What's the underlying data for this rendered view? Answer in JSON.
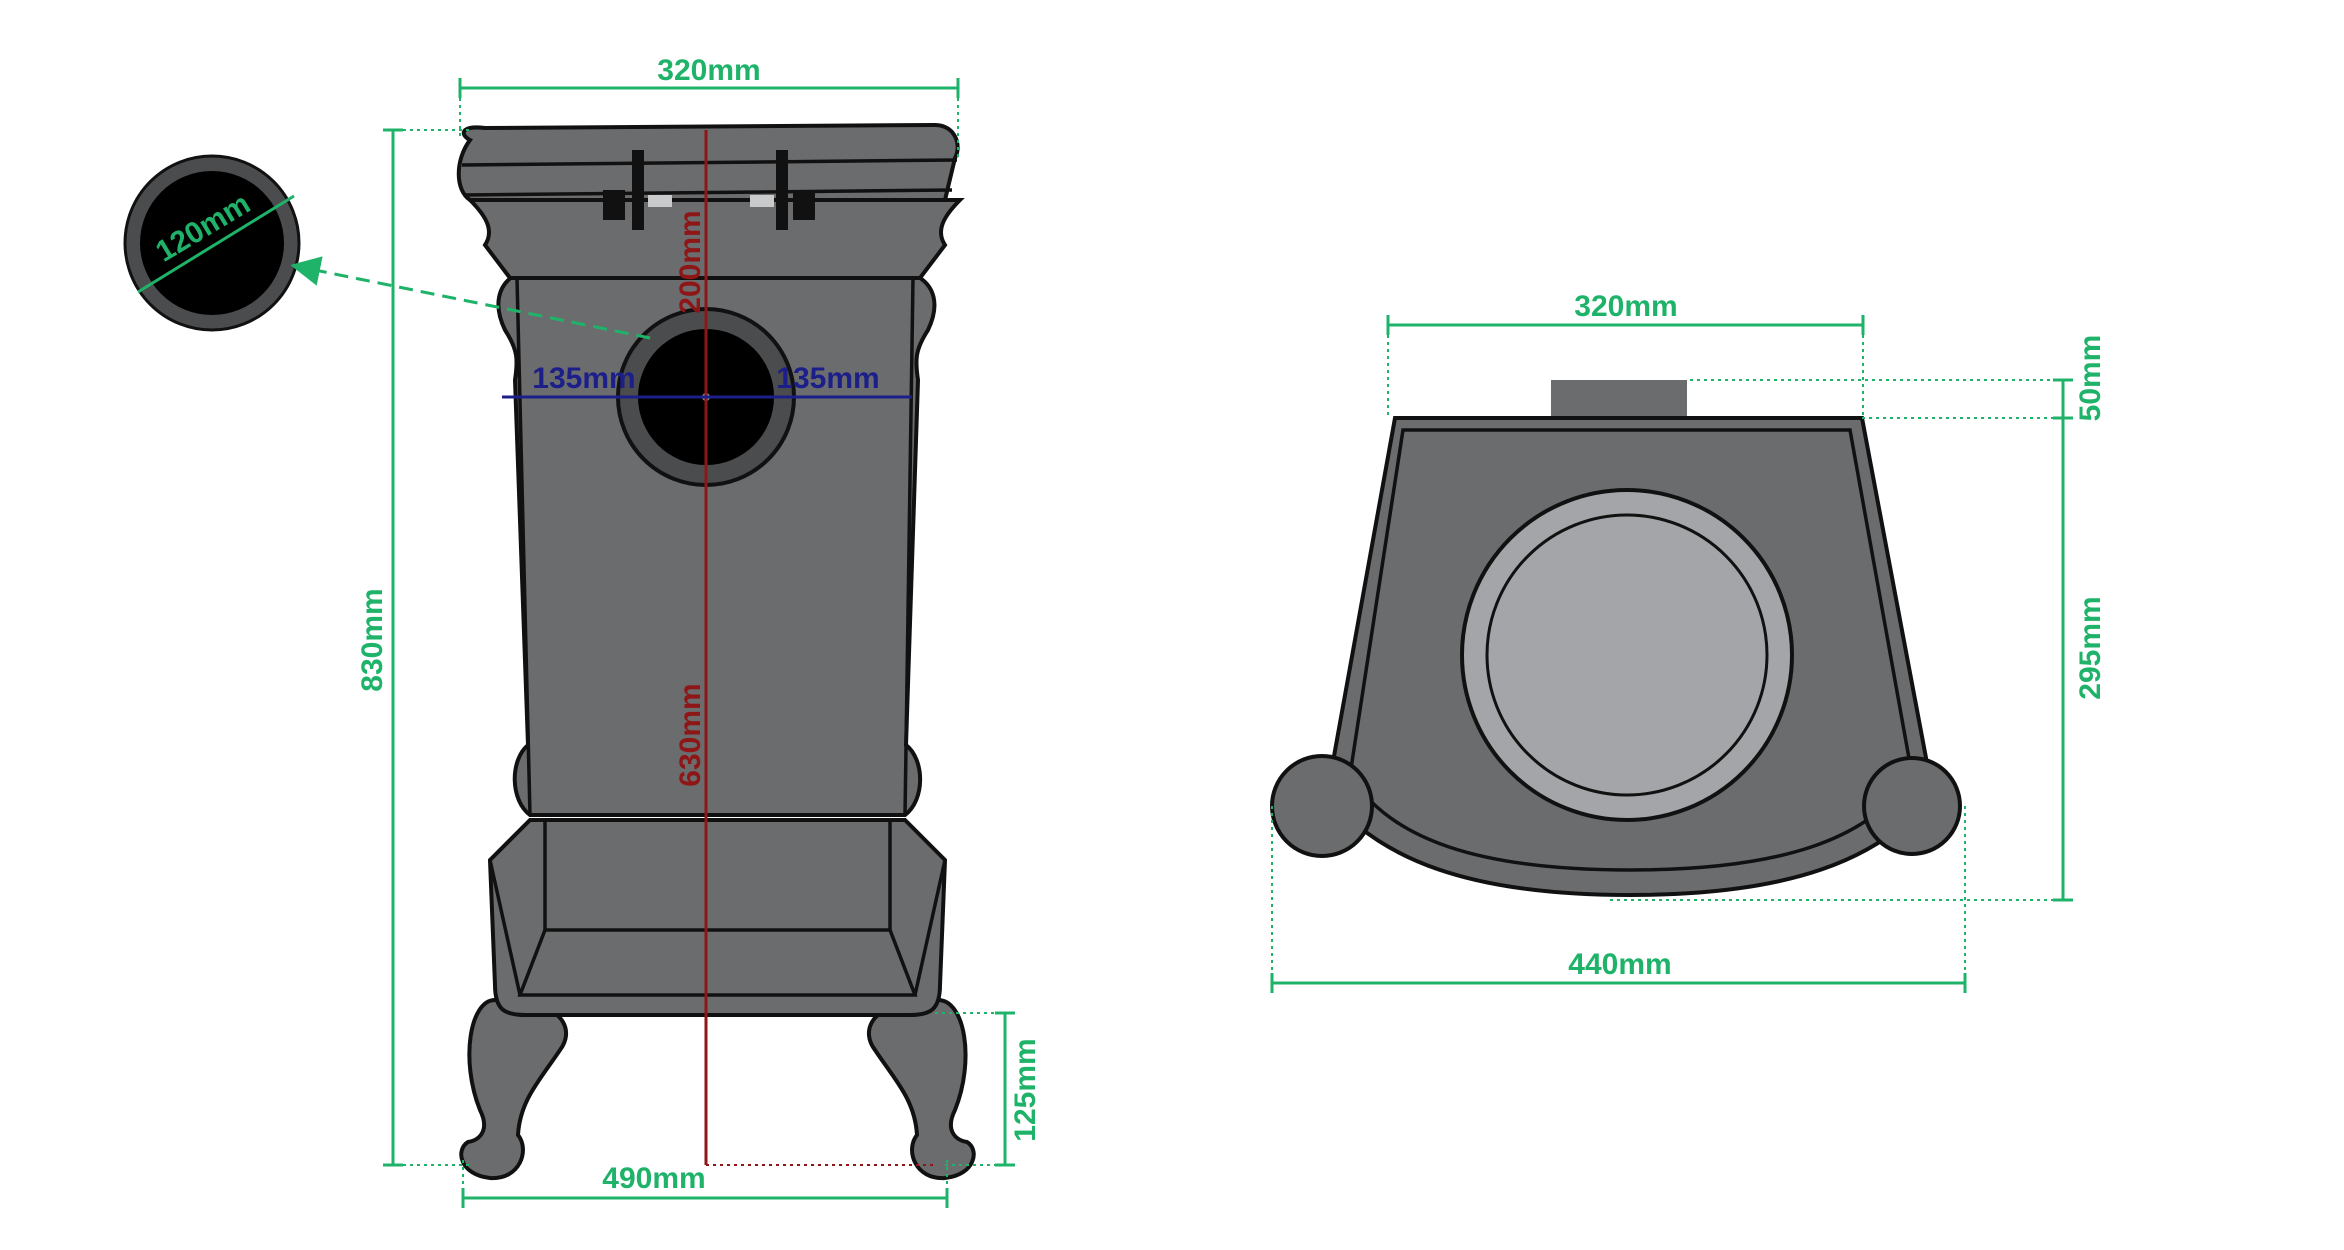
{
  "front_view": {
    "top_width": "320mm",
    "height": "830mm",
    "flue_diameter": "120mm",
    "flue_offset_left": "135mm",
    "flue_offset_right": "135mm",
    "top_to_flue_center": "200mm",
    "flue_center_to_floor": "630mm",
    "leg_height": "125mm",
    "base_width": "490mm"
  },
  "top_view": {
    "back_width": "320mm",
    "flue_collar_depth": "50mm",
    "body_depth": "295mm",
    "front_width": "440mm"
  },
  "colors": {
    "dimension_green": "#1fb36a",
    "dimension_navy": "#1c1f8a",
    "dimension_red": "#8f1616",
    "stove_body": "#6a6c6e",
    "hotplate": "#a3a5a8"
  }
}
